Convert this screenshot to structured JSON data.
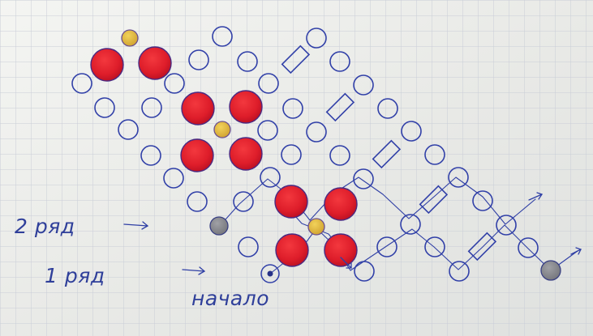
{
  "labels": {
    "row2": "2 ряд",
    "row1": "1 ряд",
    "start": "начало"
  },
  "colors": {
    "paper": "#e8e9e6",
    "grid": "#c9cdd7",
    "ink": "#3140a8",
    "red_bead": "#de1d2a",
    "yellow_bead": "#dcb13a",
    "grey_bead": "#85868c"
  }
}
